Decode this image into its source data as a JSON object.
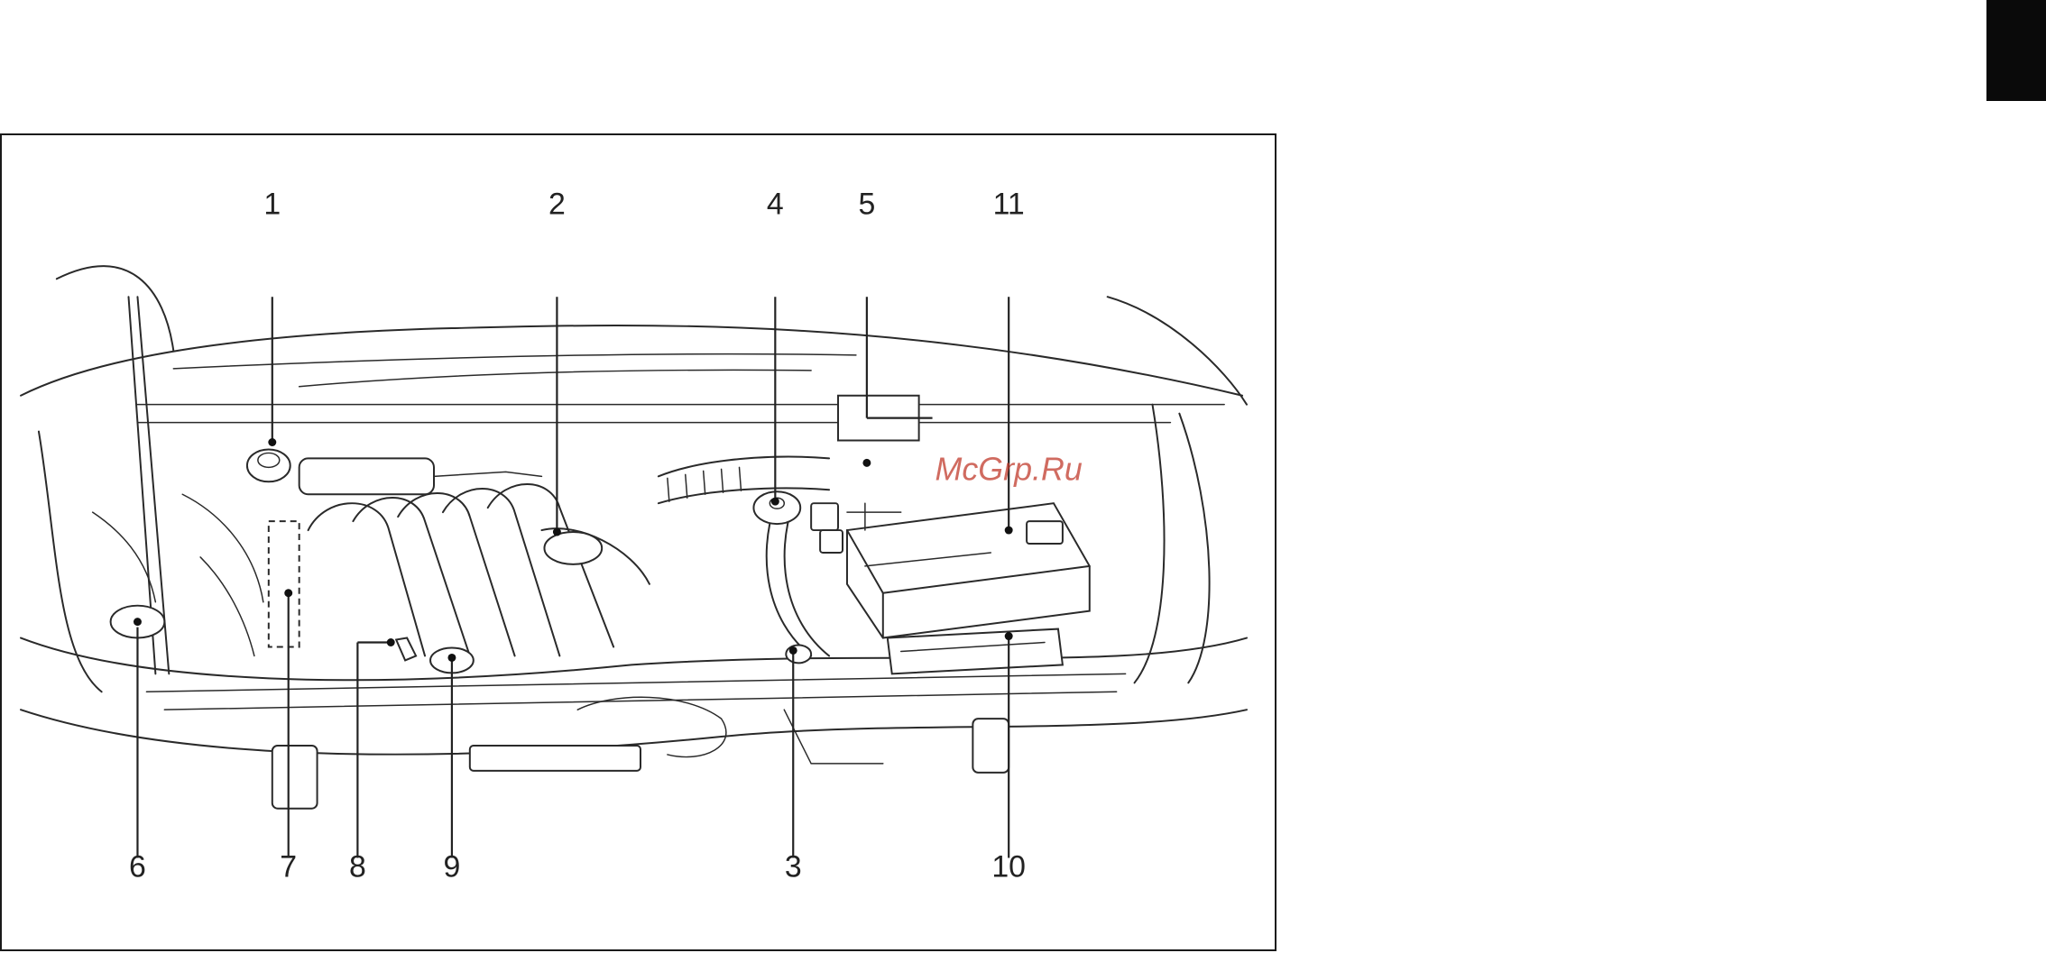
{
  "page": {
    "tab_color": "#0a0a0a"
  },
  "figure": {
    "callouts_top": [
      "1",
      "2",
      "4",
      "5",
      "11"
    ],
    "callouts_bottom": [
      "6",
      "7",
      "8",
      "9",
      "3",
      "10"
    ],
    "watermark": "McGrp.Ru",
    "watermark_color": "#c0392b"
  }
}
